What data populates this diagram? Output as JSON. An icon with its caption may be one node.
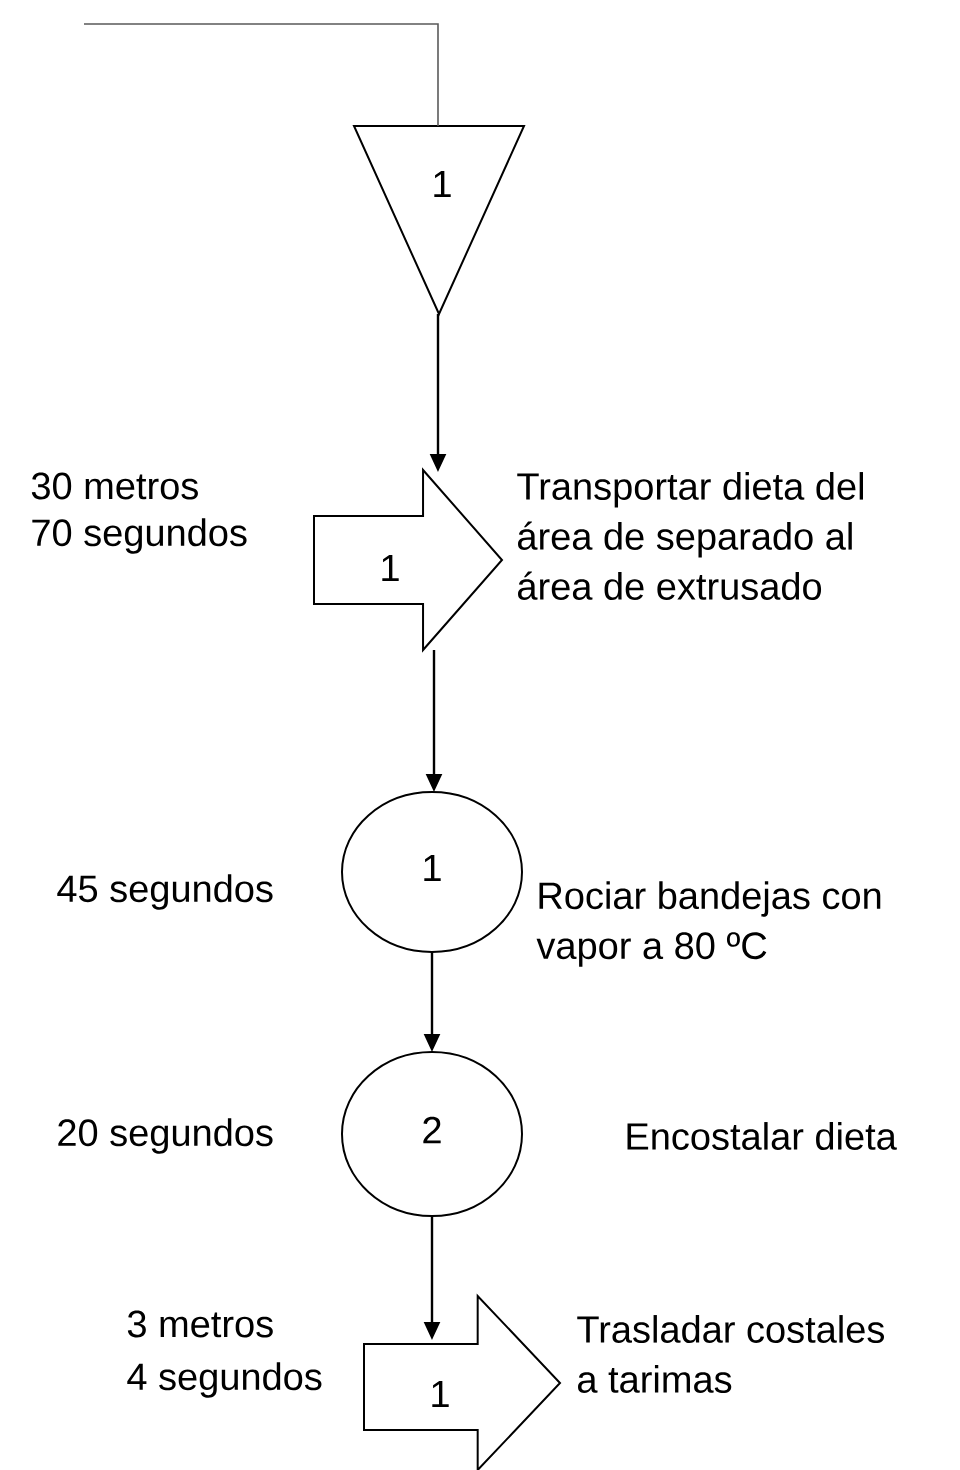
{
  "diagram": {
    "nodes": [
      {
        "text": [
          "1"
        ]
      },
      {
        "text": [
          "1"
        ],
        "beside": [
          "30 metros",
          "70 segundos",
          "Transportar dieta del área de separado al área de extrusado"
        ]
      },
      {
        "text": [
          "1"
        ],
        "beside": [
          "45 segundos",
          "Rociar bandejas con vapor a 80 ºC"
        ]
      },
      {
        "text": [
          "2"
        ],
        "beside": [
          "20 segundos",
          "Encostalar dieta"
        ]
      },
      {
        "text": [
          "1"
        ],
        "beside": [
          "3 metros",
          "4 segundos",
          "Trasladar costales a tarimas"
        ]
      }
    ],
    "edges": [
      {
        "from": null,
        "to": 0,
        "arrow": "none"
      },
      {
        "from": 0,
        "to": 1,
        "arrow": "to"
      },
      {
        "from": 1,
        "to": 2,
        "arrow": "to"
      },
      {
        "from": 2,
        "to": 3,
        "arrow": "to"
      },
      {
        "from": 3,
        "to": 4,
        "arrow": "to"
      }
    ]
  }
}
